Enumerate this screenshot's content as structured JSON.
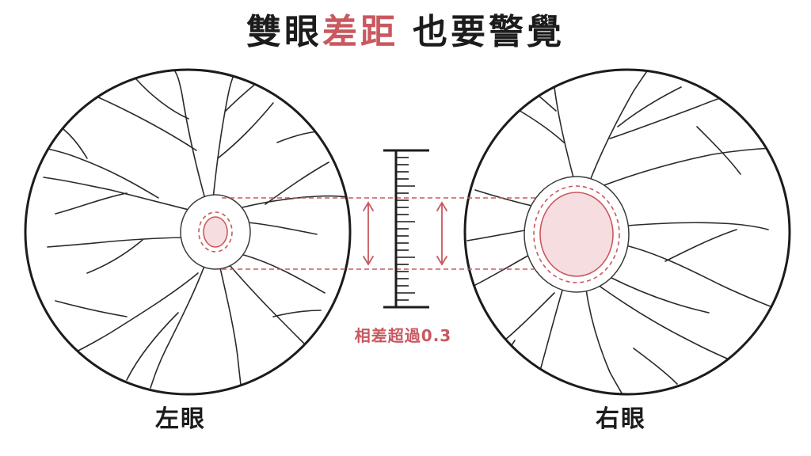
{
  "title": {
    "part1": "雙眼",
    "part2": "差距",
    "part3": "也要警覺",
    "accent_color": "#c9585f"
  },
  "left_eye": {
    "label": "左眼"
  },
  "right_eye": {
    "label": "右眼"
  },
  "measurement": {
    "label": "相差超過0.3"
  },
  "colors": {
    "outline": "#1c1c1c",
    "accent": "#c9585f",
    "cup_fill": "#f6dde0"
  }
}
